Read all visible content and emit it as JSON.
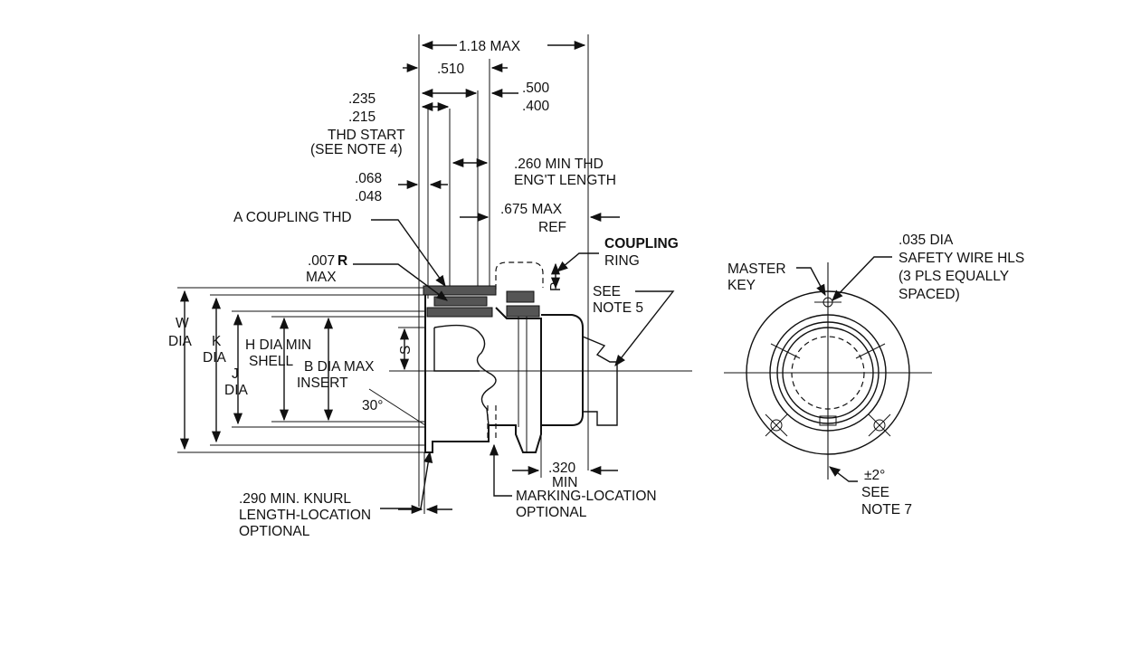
{
  "side_view": {
    "dims": {
      "overall_max": "1.18 MAX",
      "d510": ".510",
      "d500": ".500",
      "d400": ".400",
      "d235": ".235",
      "d215": ".215",
      "thd_start": "THD START",
      "see_note4": "(SEE NOTE 4)",
      "d260": ".260 MIN THD",
      "engt_length": "ENG'T LENGTH",
      "d068": ".068",
      "d048": ".048",
      "d675": ".675 MAX",
      "ref": "REF",
      "a_coupling": "A COUPLING THD",
      "d007": ".007",
      "r": "R",
      "max": "MAX",
      "coupling": "COUPLING",
      "ring": "RING",
      "p": "P",
      "see": "SEE",
      "note5": "NOTE 5",
      "w": "W",
      "w_dia": "DIA",
      "k": "K",
      "k_dia": "DIA",
      "j": "J",
      "j_dia": "DIA",
      "h": "H DIA MIN",
      "shell": "SHELL",
      "b": "B DIA MAX",
      "insert": "INSERT",
      "s": "S",
      "angle": "30°",
      "d320": ".320",
      "min": "MIN",
      "d290": ".290 MIN. KNURL",
      "knurl2": "LENGTH-LOCATION",
      "knurl3": "OPTIONAL",
      "marking": "MARKING-LOCATION",
      "marking2": "OPTIONAL"
    }
  },
  "front_view": {
    "d035": ".035 DIA",
    "safety": "SAFETY WIRE HLS",
    "pls": "(3 PLS EQUALLY",
    "spaced": "SPACED)",
    "master": "MASTER",
    "key": "KEY",
    "tol": "±2°",
    "see": "SEE",
    "note7": "NOTE 7"
  }
}
